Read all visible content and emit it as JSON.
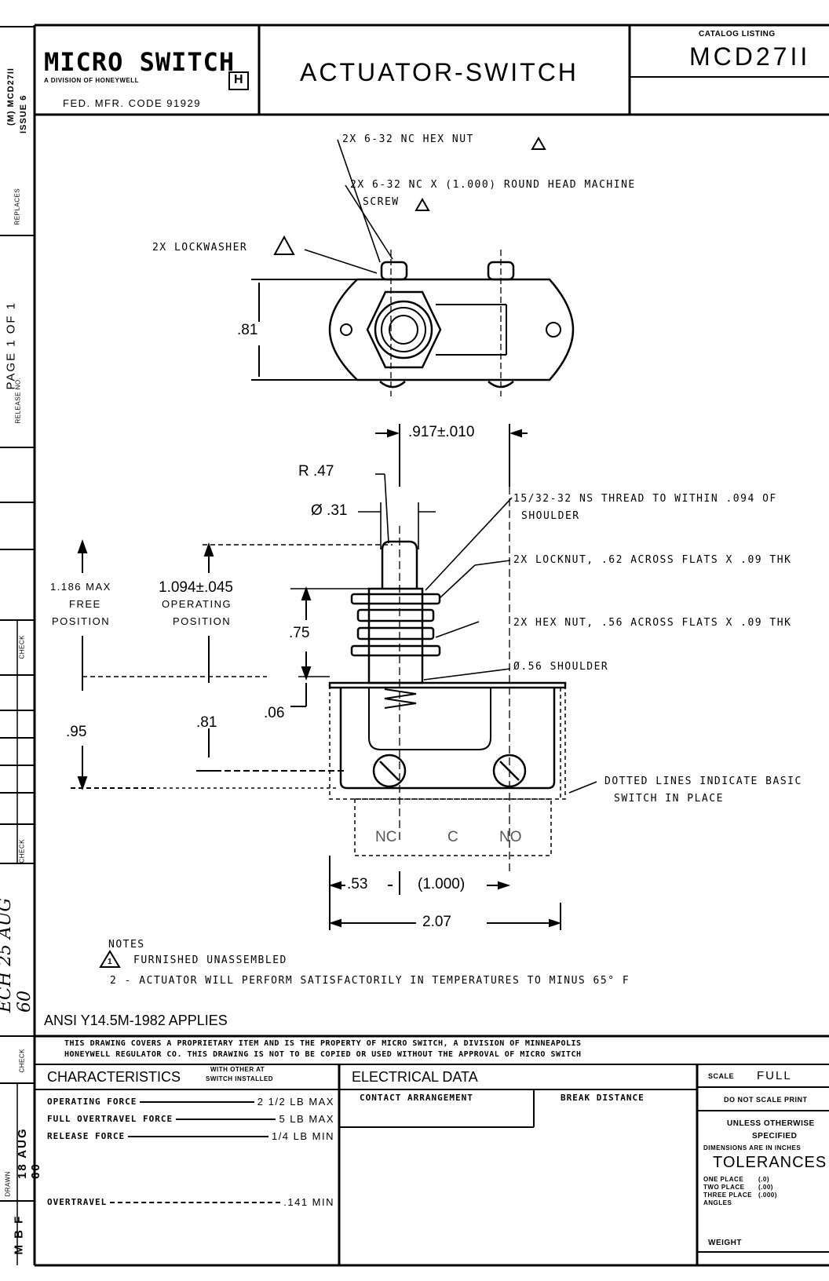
{
  "title_block": {
    "brand": "MICRO SWITCH",
    "brand_sub": "A DIVISION OF HONEYWELL",
    "brand_badge": "H",
    "mfr_code": "FED. MFR. CODE 91929",
    "drawing_title": "ACTUATOR-SWITCH",
    "catalog_label": "CATALOG LISTING",
    "catalog_number": "MCD27II"
  },
  "margin": {
    "doc_id": "(M) MCD27II",
    "issue": "ISSUE 6",
    "replaces": "REPLACES",
    "page": "PAGE 1 OF 1",
    "release_no": "RELEASE NO.",
    "check": "CHECK",
    "check2": "CHECK",
    "check3": "CHECK",
    "ech": "ECH 25 AUG 60",
    "date2": "18 AUG 60",
    "drawn": "DRAWN",
    "initials": "M B F"
  },
  "callouts": {
    "hex_nut": "2X 6-32 NC HEX NUT",
    "screw_line1": "2X 6-32 NC X (1.000) ROUND HEAD MACHINE",
    "screw_line2": "SCREW",
    "lockwasher": "2X LOCKWASHER",
    "thread_line1": "15/32-32 NS THREAD TO WITHIN .094 OF",
    "thread_line2": "SHOULDER",
    "locknut": "2X LOCKNUT, .62 ACROSS FLATS X .09 THK",
    "hexnut2": "2X HEX NUT, .56 ACROSS FLATS X .09 THK",
    "shoulder": "Ø.56 SHOULDER",
    "dotted_line1": "DOTTED LINES INDICATE BASIC",
    "dotted_line2": "SWITCH IN PLACE",
    "note_mark": "1"
  },
  "dimensions": {
    "d_81_top": ".81",
    "d_917": ".917±.010",
    "r_47": "R .47",
    "dia_31": "Ø .31",
    "d_1186_1": "1.186 MAX",
    "d_1186_2": "FREE",
    "d_1186_3": "POSITION",
    "d_1094_1": "1.094±.045",
    "d_1094_2": "OPERATING",
    "d_1094_3": "POSITION",
    "d_75": ".75",
    "d_06": ".06",
    "d_81_bot": ".81",
    "d_95": ".95",
    "d_53": ".53",
    "d_1000": "(1.000)",
    "d_207": "2.07",
    "terminal_nc": "NC",
    "terminal_c": "C",
    "terminal_no": "NO"
  },
  "notes": {
    "heading": "NOTES",
    "n1": "FURNISHED UNASSEMBLED",
    "n2": "2 - ACTUATOR WILL PERFORM SATISFACTORILY IN TEMPERATURES TO MINUS 65° F",
    "ansi": "ANSI Y14.5M-1982 APPLIES",
    "prop_line1": "THIS DRAWING COVERS A PROPRIETARY ITEM AND IS THE PROPERTY OF MICRO SWITCH, A DIVISION OF MINNEAPOLIS",
    "prop_line2": "HONEYWELL REGULATOR CO. THIS DRAWING IS NOT TO BE COPIED OR USED WITHOUT THE APPROVAL OF MICRO SWITCH"
  },
  "characteristics": {
    "heading": "CHARACTERISTICS",
    "heading_note_1": "WITH OTHER AT",
    "heading_note_2": "SWITCH INSTALLED",
    "rows": [
      {
        "label": "OPERATING FORCE",
        "value": "2 1/2 LB MAX"
      },
      {
        "label": "FULL OVERTRAVEL FORCE",
        "value": "5 LB MAX"
      },
      {
        "label": "RELEASE FORCE",
        "value": "1/4 LB MIN"
      },
      {
        "label": "OVERTRAVEL",
        "value": ".141 MIN"
      }
    ]
  },
  "electrical": {
    "heading": "ELECTRICAL DATA",
    "col1": "CONTACT ARRANGEMENT",
    "col2": "BREAK DISTANCE"
  },
  "side_block": {
    "scale_label": "SCALE",
    "scale_value": "FULL",
    "do_not_scale": "DO NOT SCALE PRINT",
    "unless_1": "UNLESS OTHERWISE",
    "unless_2": "SPECIFIED",
    "unless_3": "DIMENSIONS ARE IN INCHES",
    "tolerances": "TOLERANCES",
    "tol_rows": [
      {
        "label": "ONE PLACE",
        "value": "(.0)"
      },
      {
        "label": "TWO PLACE",
        "value": "(.00)"
      },
      {
        "label": "THREE PLACE",
        "value": "(.000)"
      },
      {
        "label": "ANGLES",
        "value": ""
      }
    ],
    "weight": "WEIGHT"
  }
}
